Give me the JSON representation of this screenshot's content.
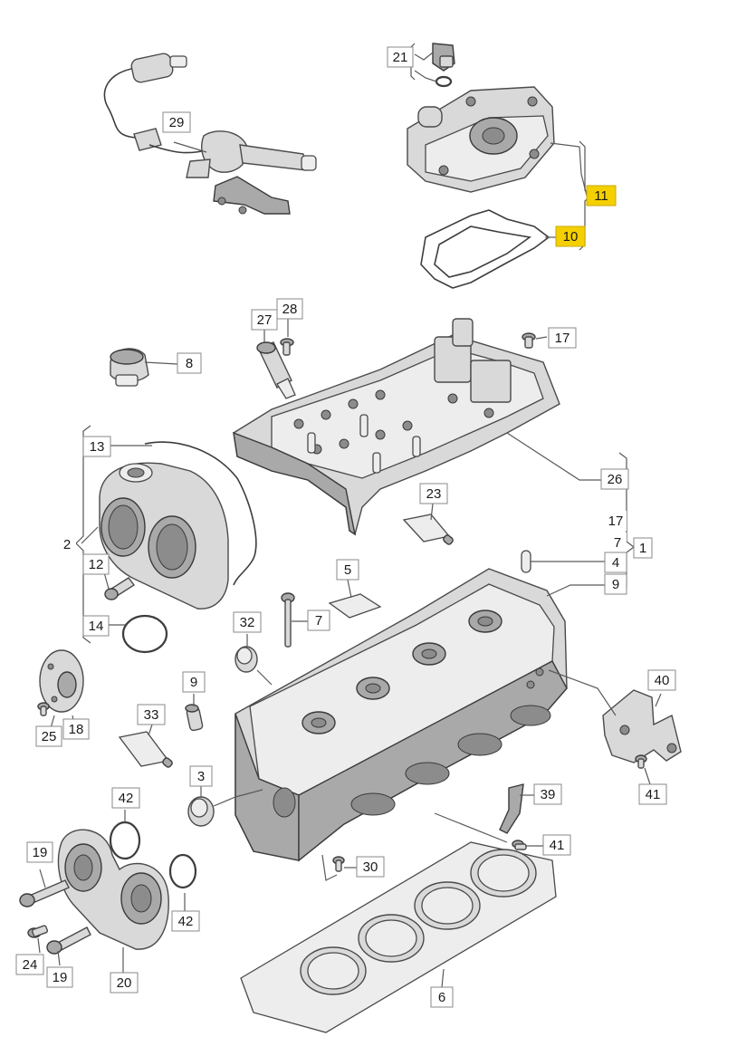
{
  "labels": {
    "l1": "1",
    "l2": "2",
    "l3": "3",
    "l4": "4",
    "l5": "5",
    "l6": "6",
    "l7a": "7",
    "l7b": "7",
    "l8": "8",
    "l9a": "9",
    "l9b": "9",
    "l10": "10",
    "l11": "11",
    "l12": "12",
    "l13": "13",
    "l14": "14",
    "l17a": "17",
    "l17b": "17",
    "l18": "18",
    "l19a": "19",
    "l19b": "19",
    "l20": "20",
    "l21": "21",
    "l23": "23",
    "l24": "24",
    "l25": "25",
    "l26": "26",
    "l27": "27",
    "l28": "28",
    "l29": "29",
    "l30": "30",
    "l32": "32",
    "l33": "33",
    "l39": "39",
    "l40": "40",
    "l41a": "41",
    "l41b": "41",
    "l42a": "42",
    "l42b": "42"
  },
  "highlight_color": "#f5d000",
  "highlighted_labels": [
    "10",
    "11"
  ]
}
